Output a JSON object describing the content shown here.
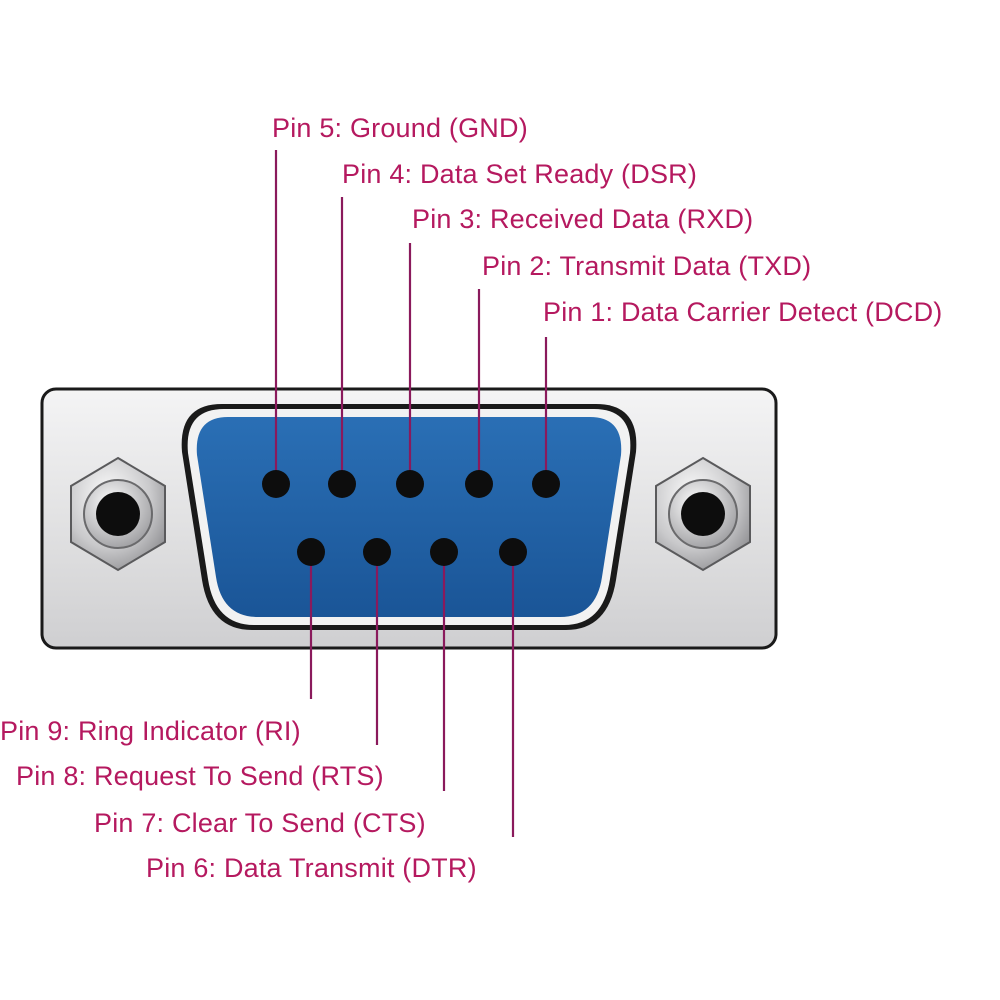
{
  "colors": {
    "label": "#b5195f",
    "leader": "#8a1a5c",
    "shell_fill": "#e7e7e8",
    "shell_outline": "#1a1a1a",
    "insert_blue": "#1f63a8",
    "insert_rim": "#f2f2f2",
    "pin_hole": "#0d0d0d"
  },
  "connector": {
    "type": "DE-9 female",
    "top_row_pins": [
      5,
      4,
      3,
      2,
      1
    ],
    "bottom_row_pins": [
      9,
      8,
      7,
      6
    ],
    "jackscrew_icon": "hex-nut-icon"
  },
  "pins": [
    {
      "number": 1,
      "label": "Pin 1: Data Carrier Detect (DCD)"
    },
    {
      "number": 2,
      "label": "Pin 2: Transmit Data (TXD)"
    },
    {
      "number": 3,
      "label": "Pin 3:  Received Data (RXD)"
    },
    {
      "number": 4,
      "label": "Pin 4: Data Set Ready (DSR)"
    },
    {
      "number": 5,
      "label": "Pin 5: Ground (GND)"
    },
    {
      "number": 6,
      "label": "Pin 6: Data Transmit (DTR)"
    },
    {
      "number": 7,
      "label": "Pin 7: Clear To Send (CTS)"
    },
    {
      "number": 8,
      "label": "Pin 8: Request To Send (RTS)"
    },
    {
      "number": 9,
      "label": "Pin 9: Ring Indicator (RI)"
    }
  ]
}
